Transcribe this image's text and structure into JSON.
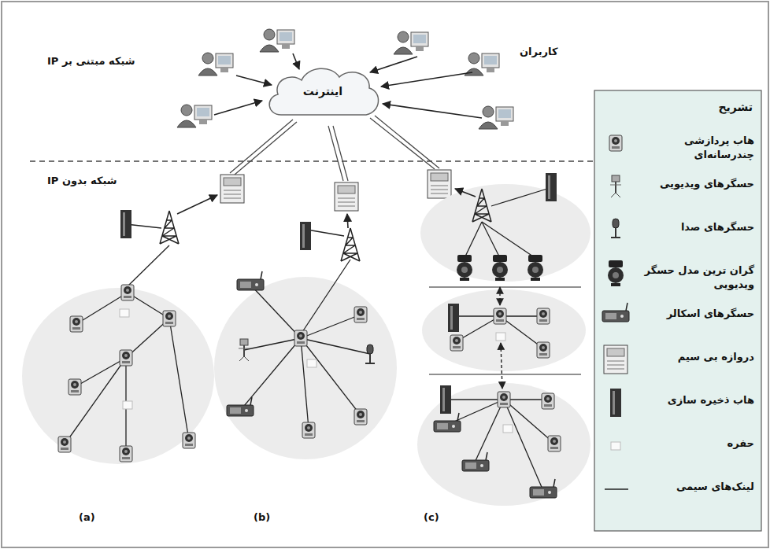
{
  "diagram": {
    "nodes": [
      {
        "text": [
          "اینترنت"
        ]
      }
    ],
    "labels": [
      "کاربران",
      "شبکه مبتنی بر IP",
      "شبکه بدون IP",
      "تشریح",
      "(a)",
      "(b)",
      "(c)"
    ],
    "legend": [
      {
        "text": "هاب پردازشی چندرسانه‌ای"
      },
      {
        "text": "حسگرهای ویدیویی"
      },
      {
        "text": "حسگرهای صدا"
      },
      {
        "text": "گران ترین مدل حسگر ویدیویی"
      },
      {
        "text": "حسگرهای اسکالر"
      },
      {
        "text": "دروازه بی سیم"
      },
      {
        "text": "هاب ذخیره سازی"
      },
      {
        "text": "حفره"
      },
      {
        "text": "لینک‌های سیمی"
      }
    ]
  }
}
